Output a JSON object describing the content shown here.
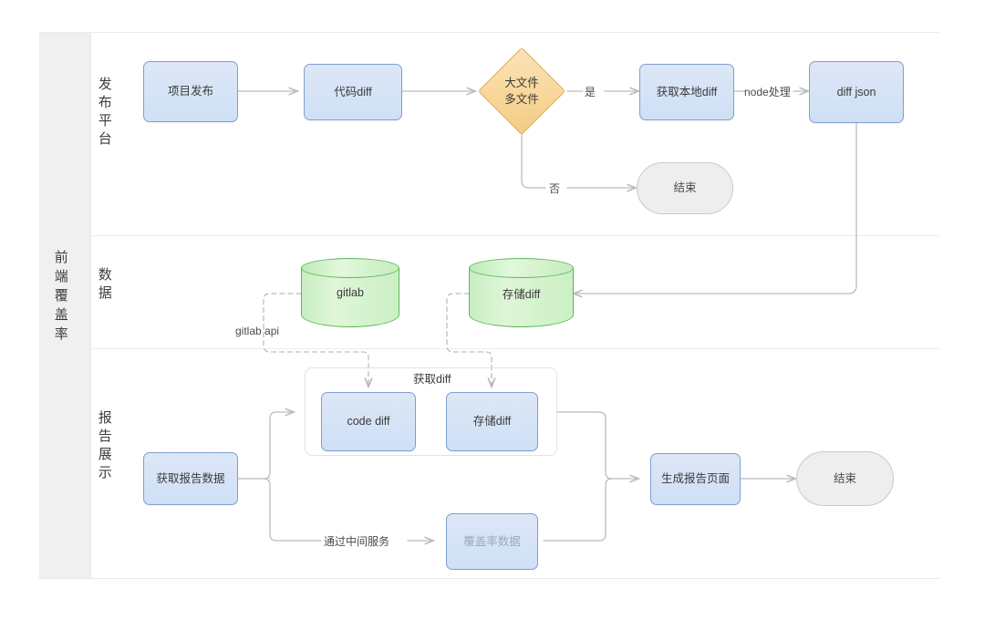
{
  "diagram": {
    "title_vertical": "前端覆盖率",
    "rows": [
      {
        "label": "发布平台"
      },
      {
        "label": "数据"
      },
      {
        "label": "报告展示"
      }
    ],
    "nodes": {
      "project_publish": "项目发布",
      "code_diff": "代码diff",
      "decision": {
        "line1": "大文件",
        "line2": "多文件"
      },
      "get_local_diff": "获取本地diff",
      "diff_json": "diff json",
      "end_top": "结束",
      "gitlab": "gitlab",
      "store_diff_db": "存储diff",
      "group_get_diff": "获取diff",
      "code_diff_2": "code  diff",
      "store_diff_2": "存储diff",
      "get_report_data": "获取报告数据",
      "coverage_data": "覆盖率数据",
      "generate_report_page": "生成报告页面",
      "end_bottom": "结束"
    },
    "edge_labels": {
      "yes": "是",
      "no": "否",
      "node_process": "node处理",
      "gitlab_api": "gitlab api",
      "via_middle_service": "通过中间服务"
    },
    "colors": {
      "process_fill": "#d4e2f6",
      "process_border": "#7f9fd0",
      "decision_fill": "#f7d79a",
      "decision_border": "#e0a94f",
      "datastore_fill": "#d5f2ce",
      "datastore_border": "#5cb85c",
      "terminator_fill": "#eeeeee",
      "terminator_border": "#c9c9c9",
      "edge_stroke": "#b9bcc0",
      "band_fill": "#f0f0f0"
    }
  }
}
